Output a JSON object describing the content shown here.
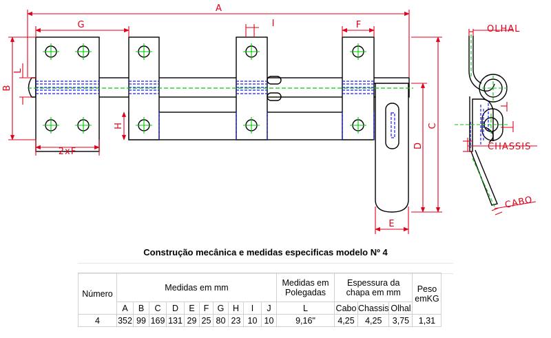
{
  "dimensions": {
    "A": "A",
    "G": "G",
    "I": "I",
    "F": "F",
    "B": "B",
    "L": "L",
    "H": "H",
    "two_f": "2xF",
    "C": "C",
    "D": "D",
    "E": "E",
    "olhal": "OLHAL",
    "chassis": "CHASSIS",
    "cabo": "CABO"
  },
  "colors": {
    "dimension": "#e0001a",
    "hidden": "#1a1aff",
    "center": "#00c800",
    "outline": "#000000"
  },
  "table": {
    "title": "Construção mecânica e medidas  especificas modelo Nº  4",
    "numero_header": "Número",
    "medidas_mm_header": "Medidas em mm",
    "polegadas_header": "Medidas em Polegadas",
    "espessura_header": "Espessura da chapa em mm",
    "peso_header": "Peso emKG",
    "mm_columns": [
      "A",
      "B",
      "C",
      "D",
      "E",
      "F",
      "G",
      "H",
      "I",
      "J"
    ],
    "polegada_column": "L",
    "espessura_columns": [
      "Cabo",
      "Chassis",
      "Olhal"
    ],
    "row": {
      "numero": "4",
      "mm_values": [
        "352",
        "99",
        "169",
        "131",
        "29",
        "25",
        "80",
        "23",
        "10",
        "10"
      ],
      "polegadas": "9,16\"",
      "espessura": [
        "4,25",
        "4,25",
        "3,75"
      ],
      "peso": "1,31"
    }
  }
}
